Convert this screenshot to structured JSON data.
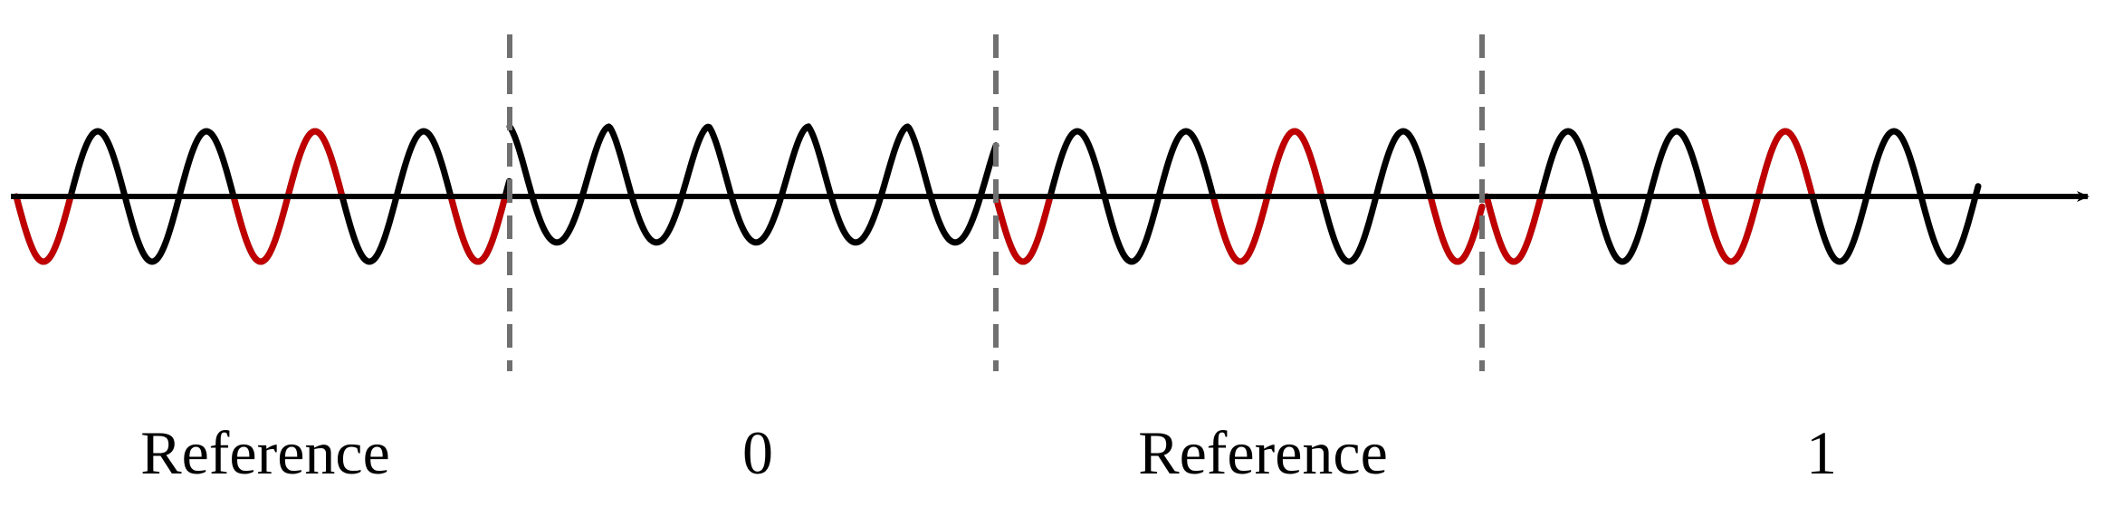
{
  "colors": {
    "axis": "#000000",
    "wave": "#000000",
    "reference_highlight": "#c00000",
    "divider": "#707070"
  },
  "segments": [
    {
      "label": "Reference",
      "kind": "reference"
    },
    {
      "label": "0",
      "kind": "bit"
    },
    {
      "label": "Reference",
      "kind": "reference"
    },
    {
      "label": "1",
      "kind": "bit"
    }
  ]
}
